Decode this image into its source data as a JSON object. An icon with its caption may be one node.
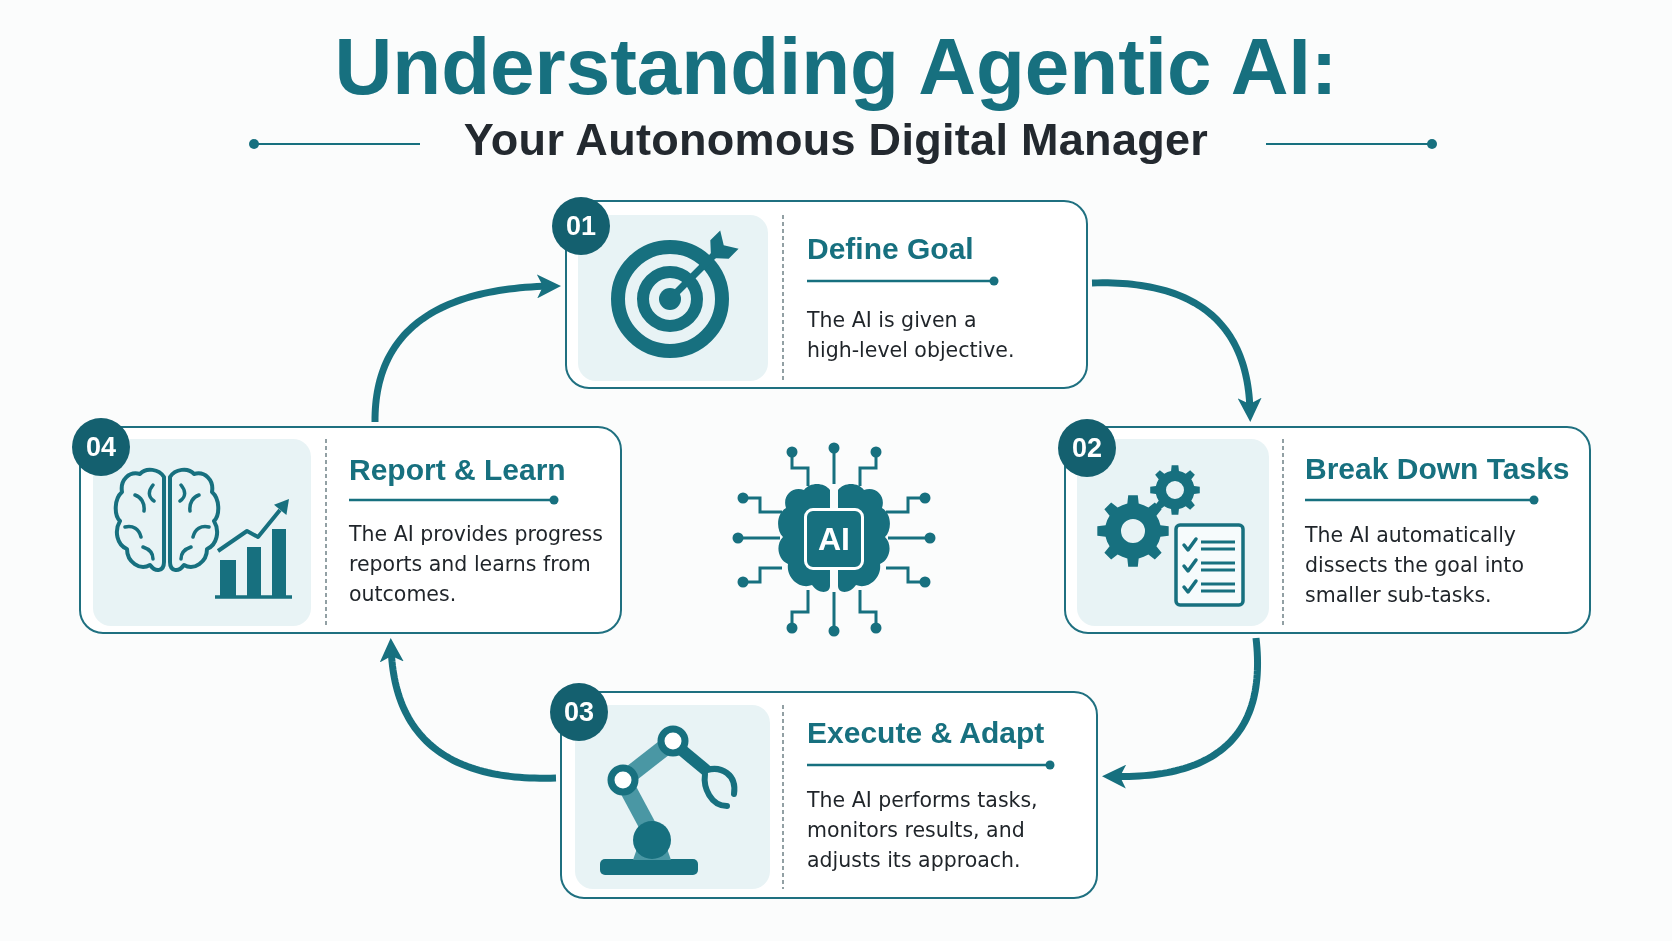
{
  "diagram": {
    "title": "Understanding Agentic AI:",
    "nodes": [
      {
        "text": [
          "01",
          "Define Goal",
          "The AI is given a high-level objective."
        ]
      },
      {
        "text": [
          "02",
          "Break Down Tasks",
          "The AI automatically dissects the goal into smaller sub-tasks."
        ]
      },
      {
        "text": [
          "03",
          "Execute & Adapt",
          "The AI performs tasks, monitors results, and adjusts its approach."
        ]
      },
      {
        "text": [
          "04",
          "Report & Learn",
          "The AI provides progress reports and learns from outcomes."
        ]
      },
      {
        "text": [
          "AI"
        ]
      }
    ],
    "edges": [
      {
        "from": 0,
        "to": 1,
        "arrow": "to"
      },
      {
        "from": 1,
        "to": 2,
        "arrow": "to"
      },
      {
        "from": 2,
        "to": 3,
        "arrow": "to"
      },
      {
        "from": 3,
        "to": 0,
        "arrow": "to"
      }
    ],
    "labels": [
      "Your Autonomous Digital Manager"
    ]
  }
}
